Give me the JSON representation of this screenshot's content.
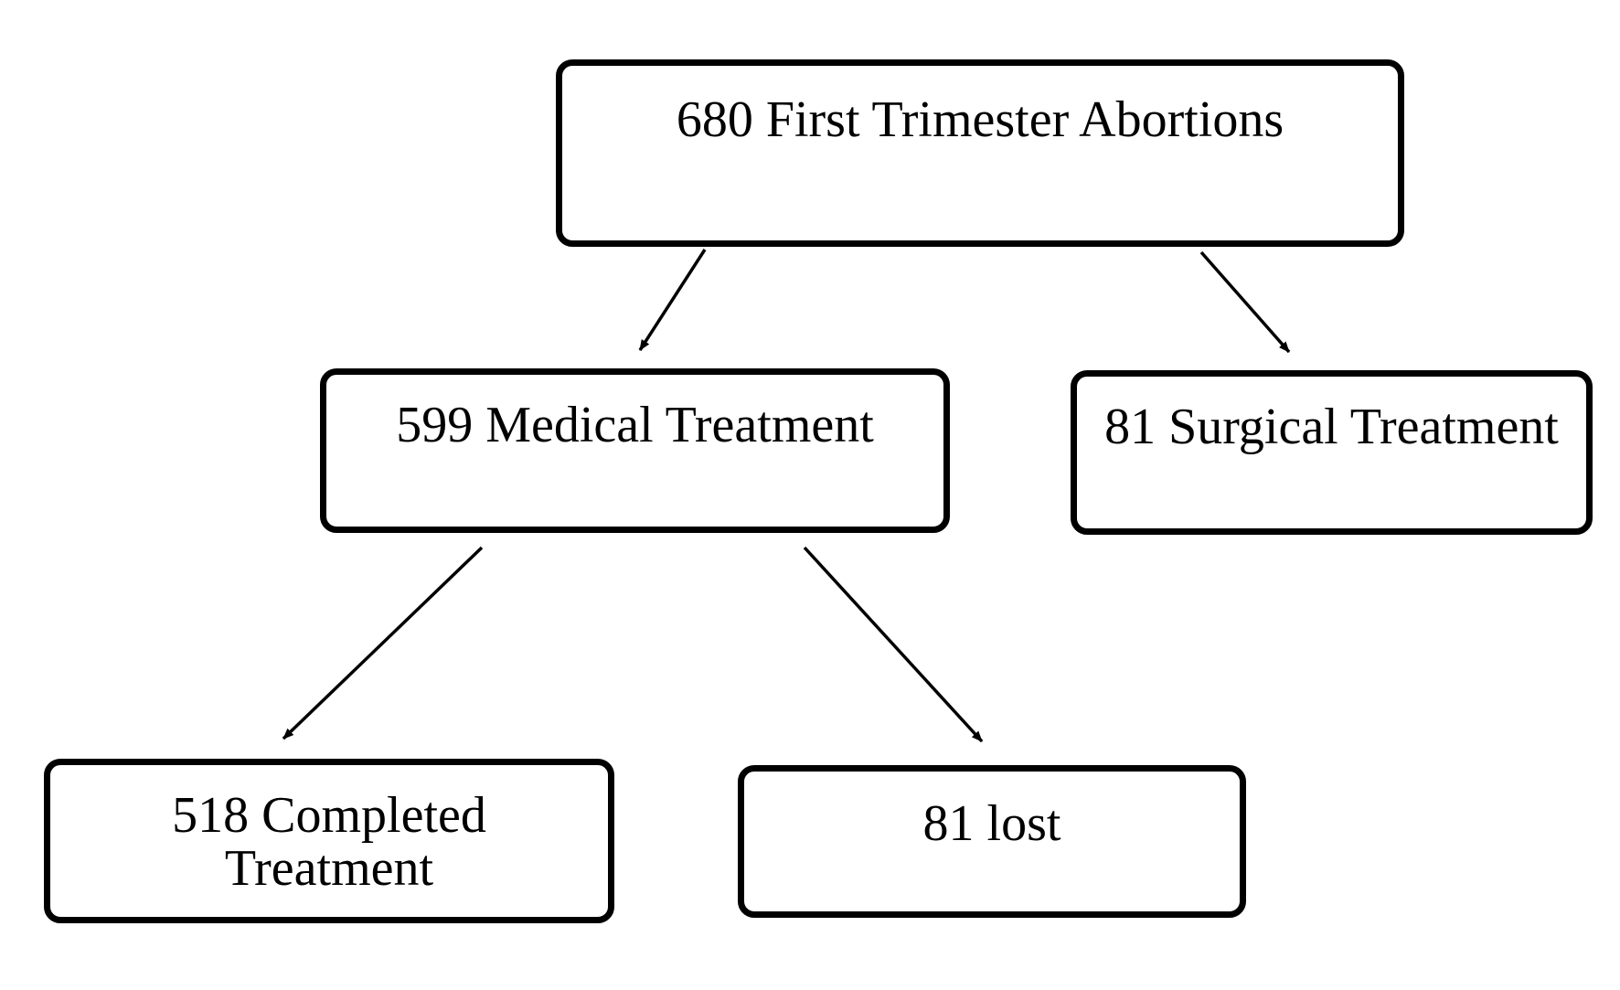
{
  "diagram": {
    "type": "flowchart",
    "nodes": [
      {
        "id": "root",
        "label": "680 First Trimester Abortions"
      },
      {
        "id": "medical",
        "label": "599 Medical Treatment"
      },
      {
        "id": "surgical",
        "label": "81 Surgical Treatment"
      },
      {
        "id": "completed",
        "label": "518  Completed\nTreatment"
      },
      {
        "id": "lost",
        "label": "81 lost"
      }
    ],
    "edges": [
      {
        "from": "root",
        "to": "medical"
      },
      {
        "from": "root",
        "to": "surgical"
      },
      {
        "from": "medical",
        "to": "completed"
      },
      {
        "from": "medical",
        "to": "lost"
      }
    ]
  }
}
